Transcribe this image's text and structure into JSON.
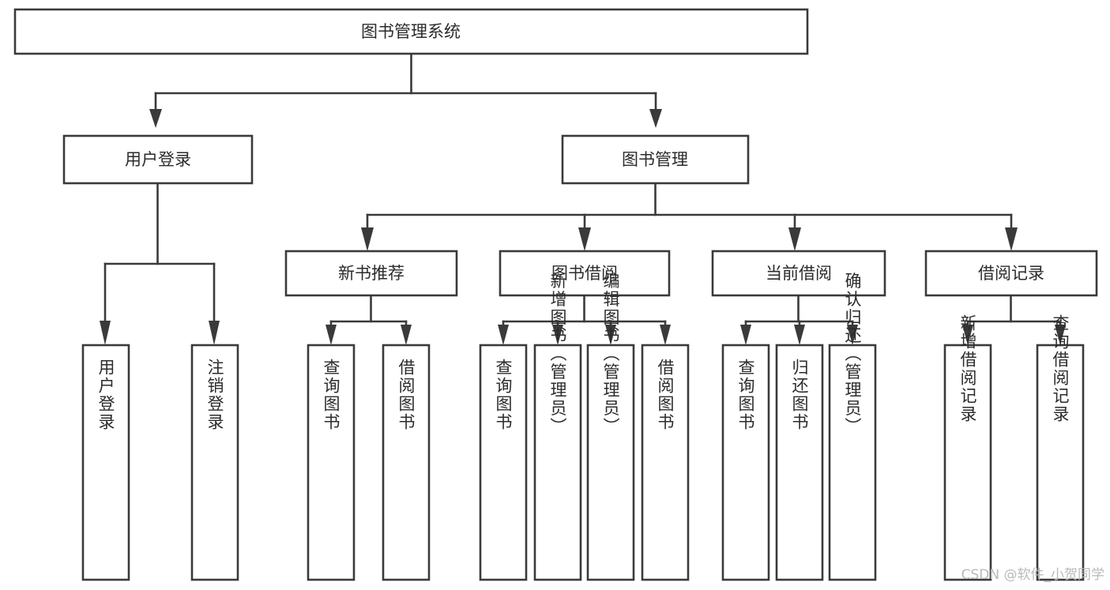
{
  "diagram": {
    "title": "图书管理系统",
    "type": "hierarchy-tree",
    "background_color": "#ffffff",
    "line_color": "#3a3a3a",
    "text_color": "#2b2b2b",
    "levels": {
      "root": {
        "label": "图书管理系统"
      },
      "level2": [
        {
          "id": "user-login",
          "label": "用户登录"
        },
        {
          "id": "book-management",
          "label": "图书管理"
        }
      ],
      "level3": [
        {
          "id": "new-book-recommend",
          "label": "新书推荐",
          "parent": "book-management"
        },
        {
          "id": "book-borrow",
          "label": "图书借阅",
          "parent": "book-management"
        },
        {
          "id": "current-borrow",
          "label": "当前借阅",
          "parent": "book-management"
        },
        {
          "id": "borrow-record",
          "label": "借阅记录",
          "parent": "book-management"
        }
      ],
      "leaves": {
        "user-login": [
          {
            "id": "leaf-user-login",
            "label": "用户登录"
          },
          {
            "id": "leaf-user-logout",
            "label": "注销登录"
          }
        ],
        "new-book-recommend": [
          {
            "id": "leaf-query-book-1",
            "label": "查询图书"
          },
          {
            "id": "leaf-borrow-book-1",
            "label": "借阅图书"
          }
        ],
        "book-borrow": [
          {
            "id": "leaf-query-book-2",
            "label": "查询图书"
          },
          {
            "id": "leaf-add-book",
            "label": "新增图书（管理员）"
          },
          {
            "id": "leaf-edit-book",
            "label": "编辑图书（管理员）"
          },
          {
            "id": "leaf-borrow-book-2",
            "label": "借阅图书"
          }
        ],
        "current-borrow": [
          {
            "id": "leaf-query-book-3",
            "label": "查询图书"
          },
          {
            "id": "leaf-return-book",
            "label": "归还图书"
          },
          {
            "id": "leaf-confirm-return",
            "label": "确认归还（管理员）"
          }
        ],
        "borrow-record": [
          {
            "id": "leaf-add-record",
            "label": "新增借阅记录"
          },
          {
            "id": "leaf-query-record",
            "label": "查询借阅记录"
          }
        ]
      }
    }
  },
  "watermark": {
    "text": "CSDN @软件_小贺同学"
  }
}
